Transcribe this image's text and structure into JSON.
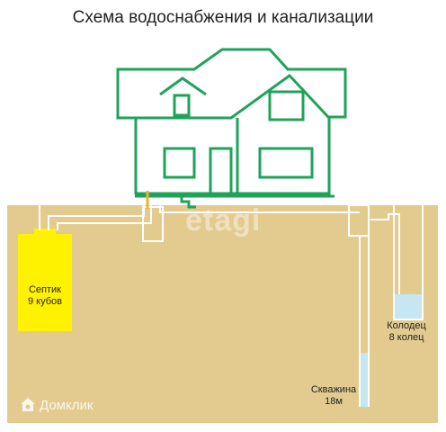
{
  "title": "Схема водоснабжения и канализации",
  "labels": {
    "septic_line1": "Септик",
    "septic_line2": "9 кубов",
    "well_line1": "Колодец",
    "well_line2": "8 колец",
    "borehole_line1": "Скважина",
    "borehole_line2": "18м"
  },
  "watermark": "etagi",
  "brand": {
    "name": "Домклик",
    "icon": "home-logo-icon"
  },
  "colors": {
    "ground": "#e3cb8f",
    "house_outline": "#1fa35a",
    "septic": "#fff200",
    "water": "#c6e6f2",
    "pipe": "#ffffff"
  }
}
